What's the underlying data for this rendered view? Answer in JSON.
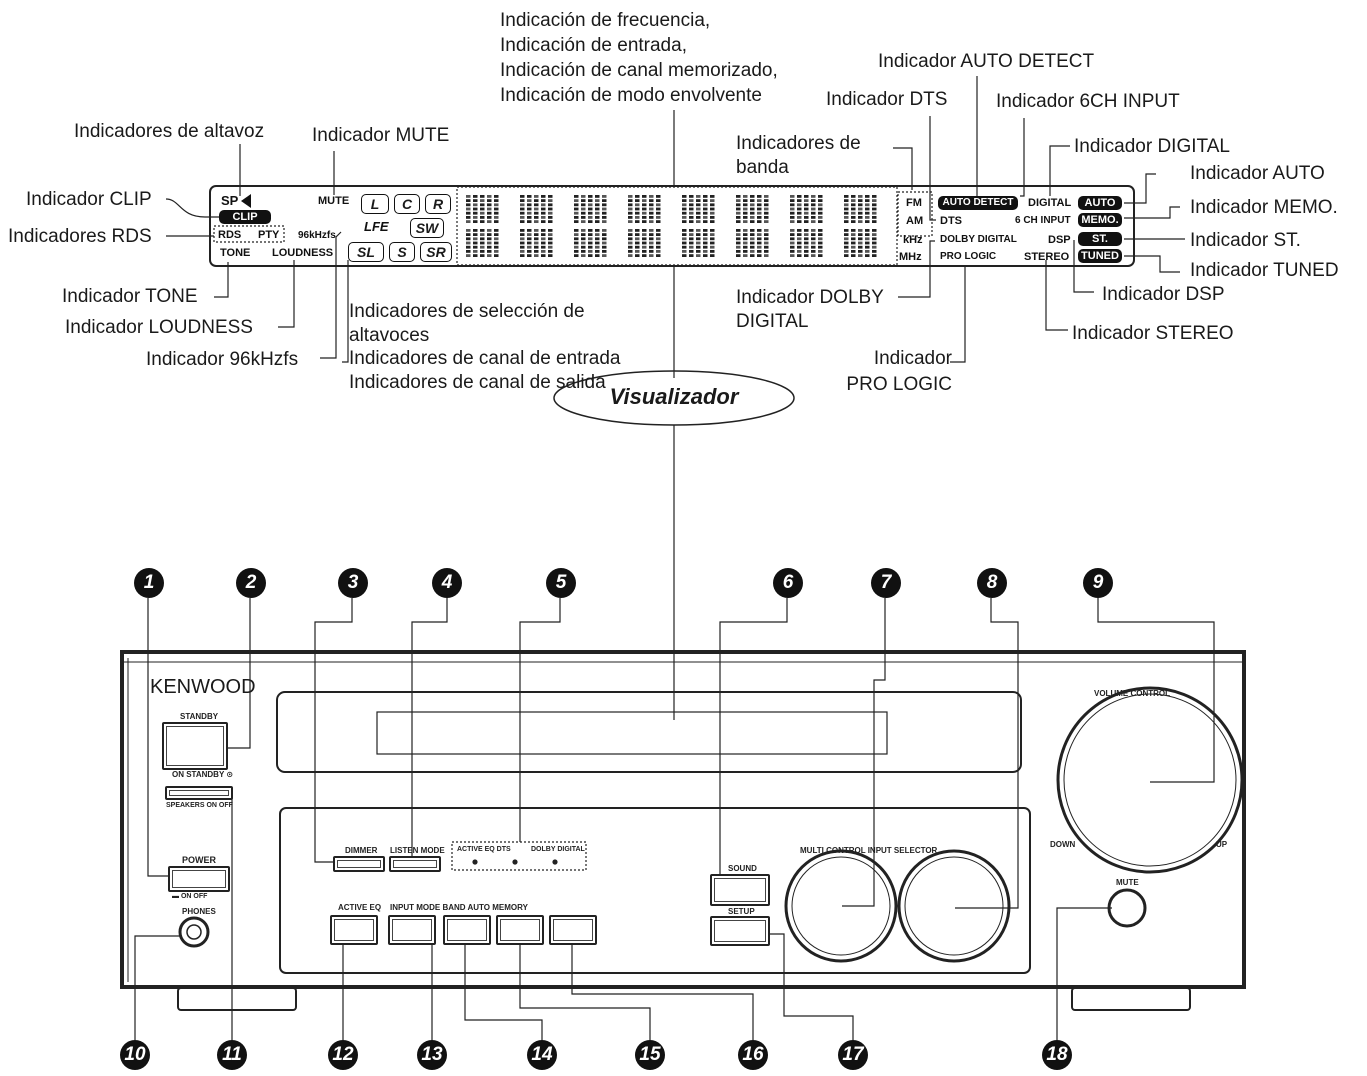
{
  "display": {
    "sp": "SP",
    "clip": "CLIP",
    "rds": "RDS",
    "pty": "PTY",
    "tone": "TONE",
    "loudness": "LOUDNESS",
    "mute": "MUTE",
    "khz96": "96kHzfs",
    "ch_l": "L",
    "ch_c": "C",
    "ch_r": "R",
    "lfe": "LFE",
    "ch_sw": "SW",
    "ch_sl": "SL",
    "ch_s": "S",
    "ch_sr": "SR",
    "fm": "FM",
    "am": "AM",
    "khz": "kHz",
    "mhz": "MHz",
    "auto_detect": "AUTO DETECT",
    "dts": "DTS",
    "input_6ch": "6 CH INPUT",
    "dolby_digital": "DOLBY DIGITAL",
    "pro_logic": "PRO LOGIC",
    "digital": "DIGITAL",
    "dsp": "DSP",
    "stereo": "STEREO",
    "auto": "AUTO",
    "memo": "MEMO.",
    "st": "ST.",
    "tuned": "TUNED"
  },
  "callouts": {
    "speaker_indicators": "Indicadores de altavoz",
    "mute_indicator": "Indicador MUTE",
    "clip_indicator": "Indicador CLIP",
    "rds_indicators": "Indicadores RDS",
    "tone_indicator": "Indicador TONE",
    "loudness_indicator": "Indicador LOUDNESS",
    "khz96_indicator": "Indicador 96kHzfs",
    "frequency_lines": "Indicación de frecuencia,\nIndicación de entrada,\nIndicación de canal memorizado,\nIndicación de modo envolvente",
    "speaker_selection": "Indicadores de selección de altavoces\nIndicadores de canal de entrada\nIndicadores de canal de salida",
    "band_indicators": "Indicadores  de banda",
    "dts_indicator": "Indicador DTS",
    "auto_detect_indicator": "Indicador AUTO DETECT",
    "input_6ch_indicator": "Indicador 6CH INPUT",
    "digital_indicator": "Indicador DIGITAL",
    "auto_indicator": "Indicador AUTO",
    "memo_indicator": "Indicador MEMO.",
    "st_indicator": "Indicador ST.",
    "tuned_indicator": "Indicador TUNED",
    "dsp_indicator": "Indicador DSP",
    "stereo_indicator": "Indicador STEREO",
    "dolby_indicator": "Indicador DOLBY DIGITAL",
    "prologic_indicator": "Indicador PRO LOGIC",
    "visualizador": "Visualizador"
  },
  "panel": {
    "brand": "KENWOOD",
    "standby": "STANDBY",
    "on_standby": "ON STANDBY ⊙",
    "speakers": "SPEAKERS ON OFF",
    "power": "POWER",
    "power_state": "▬ ON OFF",
    "phones": "PHONES",
    "dimmer": "DIMMER",
    "listen_mode": "LISTEN MODE",
    "active_eq_dts": "ACTIVE EQ DTS",
    "dolby_digital": "DOLBY DIGITAL",
    "active_eq": "ACTIVE EQ",
    "input_band_row": "INPUT MODE BAND AUTO MEMORY",
    "sound": "SOUND",
    "setup": "SETUP",
    "multi_control": "MULTI CONTROL INPUT SELECTOR",
    "volume_control": "VOLUME CONTROL",
    "down": "DOWN",
    "up": "UP",
    "mute": "MUTE"
  },
  "numbers": [
    "1",
    "2",
    "3",
    "4",
    "5",
    "6",
    "7",
    "8",
    "9",
    "10",
    "11",
    "12",
    "13",
    "14",
    "15",
    "16",
    "17",
    "18"
  ]
}
